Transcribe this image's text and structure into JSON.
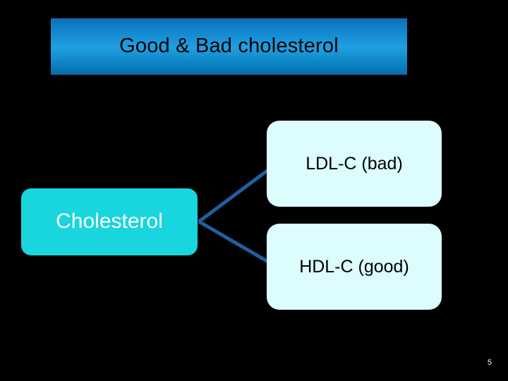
{
  "slide": {
    "background_color": "#000000",
    "title": "Good & Bad cholesterol",
    "slide_number": "5",
    "nodes": [
      {
        "id": "cholesterol",
        "label": "Cholesterol",
        "fill": "#19d5dd",
        "text_color": "#ffffff"
      },
      {
        "id": "ldl",
        "label": "LDL-C (bad)",
        "fill": "#ddfcfd",
        "text_color": "#000000"
      },
      {
        "id": "hdl",
        "label": "HDL-C (good)",
        "fill": "#ddfcfd",
        "text_color": "#000000"
      }
    ],
    "connectors": [
      {
        "from": "cholesterol",
        "to": "ldl",
        "color": "#1f5fa0"
      },
      {
        "from": "cholesterol",
        "to": "hdl",
        "color": "#1f5fa0"
      }
    ],
    "title_bar": {
      "gradient_start": "#0b6fb3",
      "gradient_mid": "#1f9fe0",
      "gradient_end": "#0a6aaa"
    }
  }
}
